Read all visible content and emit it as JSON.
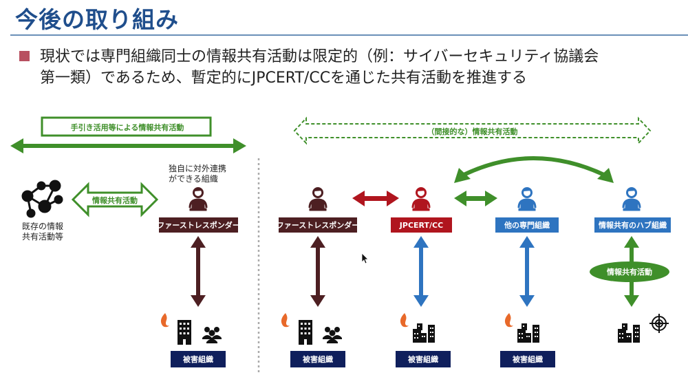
{
  "title": "今後の取り組み",
  "bullet": {
    "line1": "現状では専門組織同士の情報共有活動は限定的（例：サイバーセキュリティ協議会",
    "line2": "第一類）であるため、暫定的にJPCERT/CCを通じた共有活動を推進する"
  },
  "left": {
    "manual_sharing_label": "手引き活用等による情報共有活動",
    "existing_activity_label": "既存の情報\n共有活動等",
    "sharing_arrow_label": "情報共有活動",
    "independent_org_note": "独自に対外連携\nができる組織",
    "first_responder_label": "ファーストレスポンダー",
    "victim_label": "被害組織"
  },
  "right": {
    "indirect_sharing_label": "（間接的な）情報共有活動",
    "orgs": [
      {
        "label": "ファーストレスポンダー",
        "color": "#4d1f22",
        "victim": "被害組織"
      },
      {
        "label": "JPCERT/CC",
        "color": "#b0151e",
        "victim": "被害組織"
      },
      {
        "label": "他の専門組織",
        "color": "#2e74c0",
        "victim": "被害組織"
      },
      {
        "label": "情報共有のハブ組織",
        "color": "#2e74c0",
        "victim": ""
      }
    ],
    "hub_activity_label": "情報共有活動"
  },
  "colors": {
    "title": "#1f4e8c",
    "green": "#3f8f2a",
    "maroon": "#4d1f22",
    "red": "#b0151e",
    "blue": "#2e74c0",
    "navy": "#0f1f5c",
    "fire": "#e8692a"
  }
}
